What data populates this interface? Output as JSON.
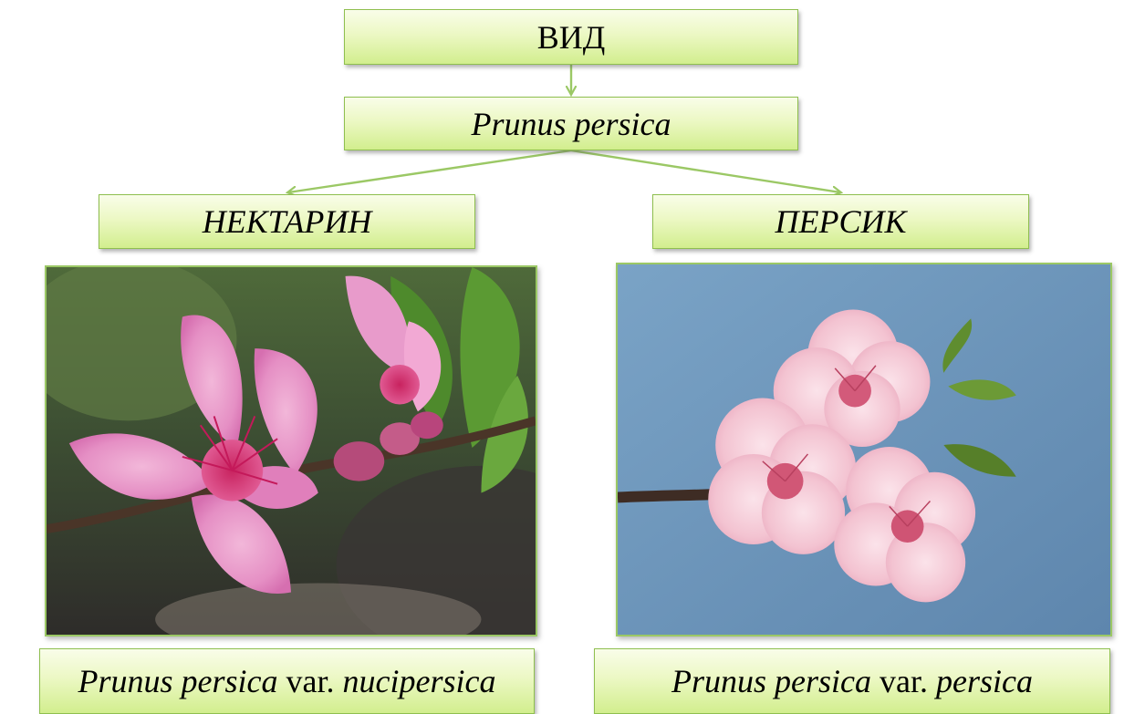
{
  "rank": {
    "label": "ВИД"
  },
  "species": {
    "label": "Prunus persica"
  },
  "left": {
    "common_name": "НЕКТАРИН",
    "latin_genus_species": "Prunus persica",
    "latin_rank": " var. ",
    "latin_variety": "nucipersica",
    "photo": "pink nectarine blossom close-up with green leaves"
  },
  "right": {
    "common_name": "ПЕРСИК",
    "latin_genus_species": "Prunus persica",
    "latin_rank": " var. ",
    "latin_variety": "persica",
    "photo": "light pink peach blossom cluster against blue sky"
  },
  "colors": {
    "node_border": "#8fbf4f",
    "node_fill_top": "#f9fde9",
    "node_fill_bottom": "#d2ee8e",
    "connector": "#9bc865"
  }
}
